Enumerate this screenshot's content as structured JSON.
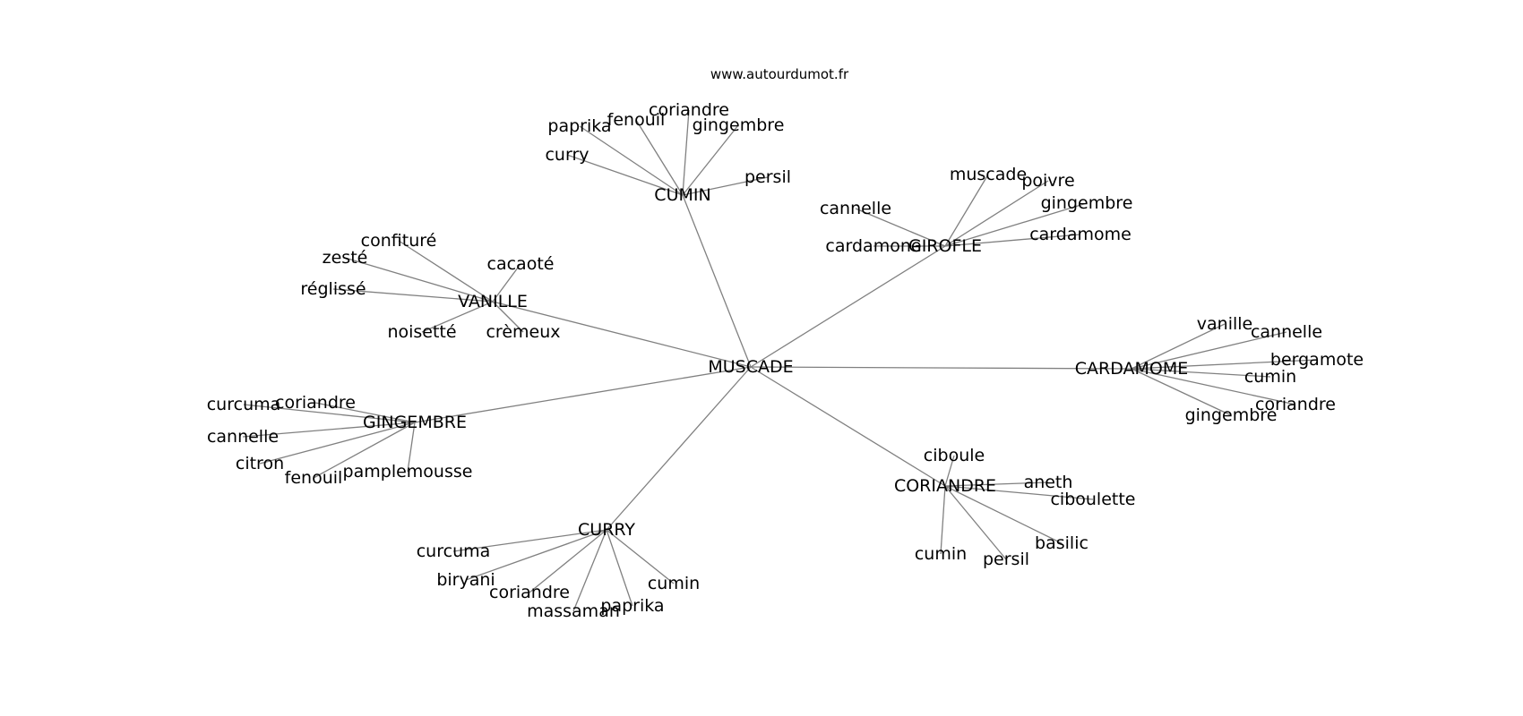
{
  "watermark": "www.autourdumot.fr",
  "colors": {
    "edge": "#808080",
    "text": "#000000",
    "background": "#ffffff"
  },
  "center": {
    "id": "muscade_center",
    "label": "MUSCADE"
  },
  "hubs": [
    {
      "id": "cumin_hub",
      "label": "CUMIN",
      "leaves": [
        "curry",
        "paprika",
        "fenouil",
        "coriandre",
        "gingembre",
        "persil"
      ]
    },
    {
      "id": "girofle_hub",
      "label": "GIROFLE",
      "leaves": [
        "cannelle",
        "cardamone",
        "muscade",
        "poivre",
        "gingembre",
        "cardamome"
      ]
    },
    {
      "id": "vanille_hub",
      "label": "VANILLE",
      "leaves": [
        "confituré",
        "zesté",
        "réglissé",
        "cacaoté",
        "noisetté",
        "crèmeux"
      ]
    },
    {
      "id": "cardamome_hub",
      "label": "CARDAMOME",
      "leaves": [
        "vanille",
        "cannelle",
        "bergamote",
        "cumin",
        "coriandre",
        "gingembre"
      ]
    },
    {
      "id": "gingembre_hub",
      "label": "GINGEMBRE",
      "leaves": [
        "curcuma",
        "coriandre",
        "cannelle",
        "citron",
        "fenouil",
        "pamplemousse"
      ]
    },
    {
      "id": "coriandre_hub",
      "label": "CORIANDRE",
      "leaves": [
        "ciboule",
        "aneth",
        "ciboulette",
        "basilic",
        "persil",
        "cumin"
      ]
    },
    {
      "id": "curry_hub",
      "label": "CURRY",
      "leaves": [
        "curcuma",
        "biryani",
        "coriandre",
        "massaman",
        "paprika",
        "cumin"
      ]
    }
  ]
}
